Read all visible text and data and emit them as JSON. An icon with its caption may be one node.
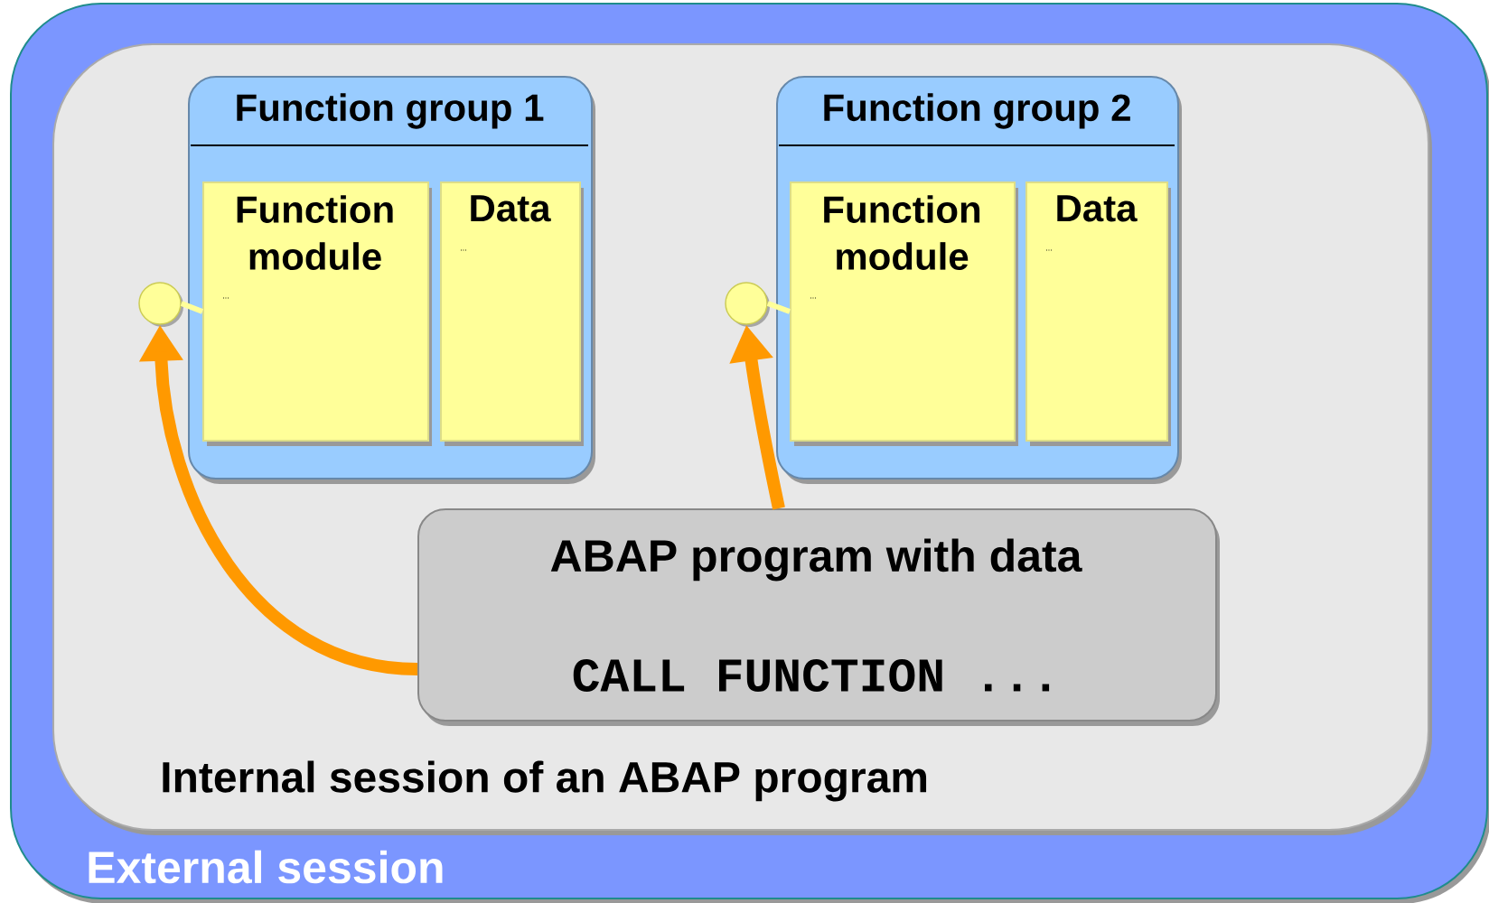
{
  "diagram": {
    "nodes": [
      {
        "text": [
          "External session"
        ]
      },
      {
        "text": [
          "Internal session of an ABAP program"
        ],
        "in": 0
      },
      {
        "text": [
          "Function group 1"
        ],
        "in": 1
      },
      {
        "text": [
          "Function module",
          "..."
        ],
        "in": 2
      },
      {
        "text": [
          "Data",
          "..."
        ],
        "in": 2
      },
      {
        "text": [
          "Function group 2"
        ],
        "in": 1
      },
      {
        "text": [
          "Function module",
          "..."
        ],
        "in": 5
      },
      {
        "text": [
          "Data",
          "..."
        ],
        "in": 5
      },
      {
        "text": [
          "ABAP program with data",
          "CALL FUNCTION ..."
        ],
        "in": 1
      },
      {
        "text": [],
        "shape": "circle",
        "in": 1
      },
      {
        "text": [],
        "shape": "circle",
        "in": 1
      }
    ],
    "edges": [
      {
        "from": 8,
        "to": 9,
        "arrow": "to",
        "style": "thick",
        "color": "#ff9900"
      },
      {
        "from": 8,
        "to": 10,
        "arrow": "to",
        "style": "thick",
        "color": "#ff9900"
      },
      {
        "from": 9,
        "to": 3,
        "arrow": "none",
        "color": "#ffff99"
      },
      {
        "from": 10,
        "to": 6,
        "arrow": "none",
        "color": "#ffff99"
      }
    ]
  }
}
